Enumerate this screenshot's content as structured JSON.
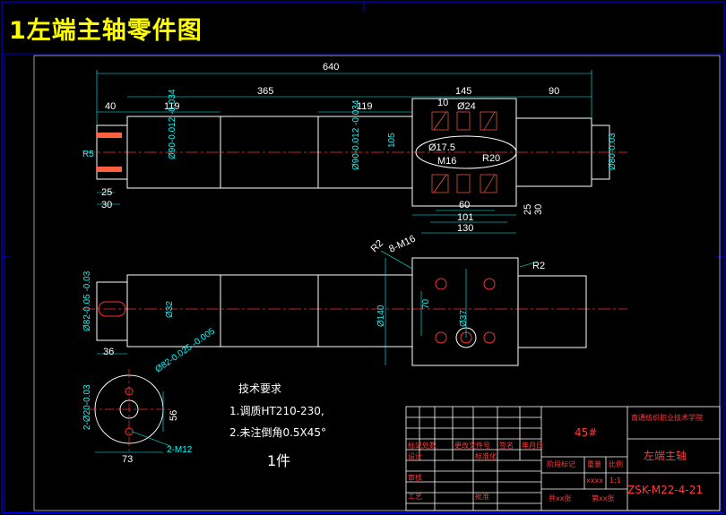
{
  "title": "1左端主轴零件图",
  "dims_top": {
    "overall": "640",
    "d365": "365",
    "d145": "145",
    "d90": "90",
    "d40": "40",
    "d119a": "119",
    "d119b": "119",
    "d10": "10",
    "d24": "Ø24",
    "r5": "R5",
    "tol1": "Ø90-0.012 -0.034",
    "tol2": "Ø90-0.012 -0.034",
    "d105": "105",
    "d175": "Ø17.5",
    "m16": "M16",
    "r20": "R20",
    "tol3": "Ø80-0.03",
    "d25a": "25",
    "d30a": "30",
    "d60": "60",
    "d101": "101",
    "d130": "130",
    "d25b": "25",
    "d30b": "30"
  },
  "dims_mid": {
    "r2a": "R2",
    "m16x8": "8-M16",
    "r2b": "R2",
    "tol4": "Ø82-0.05 -0.03",
    "d32": "Ø32",
    "d140": "Ø140",
    "d70": "70",
    "d37": "Ø37",
    "d36": "36"
  },
  "dims_bot": {
    "tol5": "Ø82-0.025 -0.005",
    "tol6": "2-Ø20-0.03",
    "d56": "56",
    "m12": "2-M12",
    "d73": "73"
  },
  "notes": {
    "heading": "技术要求",
    "line1": "1.调质HT210-230,",
    "line2": "2.未注倒角0.5X45°",
    "qty": "1件"
  },
  "title_block": {
    "material": "45#",
    "school": "南通纺织职业技术学院",
    "part_name": "左端主轴",
    "drawing_no": "ZSK-M22-4-21",
    "h_mark": "标记",
    "h_count": "处数",
    "h_doc": "更改文件号",
    "h_sign": "签名",
    "h_date": "年月日",
    "h_design": "设计",
    "h_std": "标准化",
    "h_review": "审核",
    "h_craft": "工艺",
    "h_approve": "批准",
    "h_stage": "阶段标记",
    "h_weight": "重量",
    "h_scale": "比例",
    "sheets": "共xx张",
    "sheet": "第xx张",
    "weight": "xxxx",
    "scale": "1:1"
  },
  "colors": {
    "frame": "#0000ff",
    "outline": "#ffffff",
    "dimension": "#00ffff",
    "center": "#ff3030",
    "hatch": "#ff6040",
    "title": "#ffff00"
  }
}
